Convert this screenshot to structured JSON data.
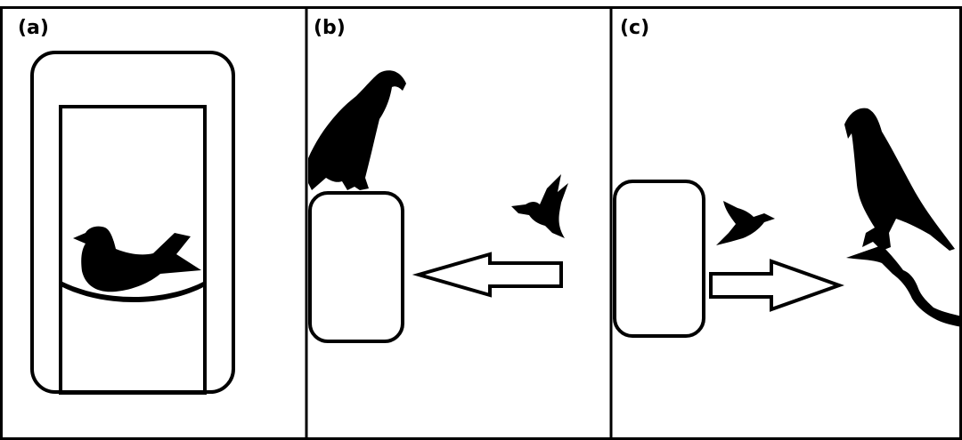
{
  "figure": {
    "panels": [
      {
        "label": "(a)"
      },
      {
        "label": "(b)"
      },
      {
        "label": "(c)"
      }
    ],
    "colors": {
      "ink": "#000000",
      "paper": "#ffffff"
    },
    "icons": {
      "songbird": "songbird-silhouette-icon",
      "hawk": "hawk-silhouette-icon",
      "flying_bird": "flying-bird-silhouette-icon",
      "arrow_left": "arrow-left-icon",
      "arrow_right": "arrow-right-icon"
    }
  }
}
